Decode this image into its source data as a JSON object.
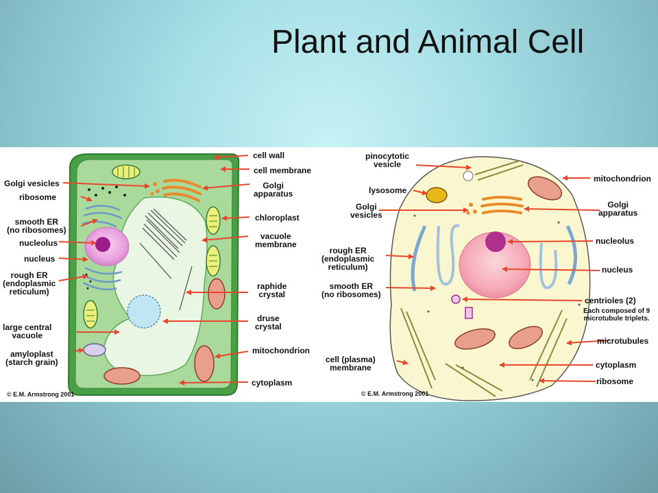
{
  "title": "Plant and Animal Cell",
  "plant": {
    "labels": {
      "cell_wall": "cell wall",
      "cell_membrane": "cell membrane",
      "golgi_vesicles": "Golgi vesicles",
      "golgi_apparatus": "Golgi\napparatus",
      "ribosome": "ribosome",
      "smooth_er": "smooth ER\n(no ribosomes)",
      "chloroplast": "chloroplast",
      "nucleolus": "nucleolus",
      "vacuole_membrane": "vacuole\nmembrane",
      "nucleus": "nucleus",
      "rough_er": "rough ER\n(endoplasmic\nreticulum)",
      "raphide_crystal": "raphide\ncrystal",
      "large_central_vacuole": "large central\nvacuole",
      "druse_crystal": "druse\ncrystal",
      "amyloplast": "amyloplast\n(starch grain)",
      "mitochondrion": "mitochondrion",
      "cytoplasm": "cytoplasm"
    },
    "copyright": "© E.M. Armstrong 2001"
  },
  "animal": {
    "labels": {
      "pinocytotic_vesicle": "pinocytotic\nvesicle",
      "mitochondrion": "mitochondrion",
      "lysosome": "lysosome",
      "golgi_vesicles": "Golgi\nvesicles",
      "golgi_apparatus": "Golgi\napparatus",
      "nucleolus": "nucleolus",
      "rough_er": "rough ER\n(endoplasmic\nreticulum)",
      "nucleus": "nucleus",
      "smooth_er": "smooth ER\n(no ribosomes)",
      "centrioles": "centrioles (2)",
      "centrioles_note": "Each composed of 9\nmicrotubule triplets.",
      "microtubules": "microtubules",
      "cell_membrane": "cell (plasma)\nmembrane",
      "cytoplasm": "cytoplasm",
      "ribosome": "ribosome"
    },
    "copyright": "© E.M. Armstrong 2001"
  },
  "colors": {
    "arrow": "#e8452a",
    "plant_wall": "#4fa74a",
    "plant_cytoplasm": "#a7d89a",
    "vacuole": "#e9f6e4",
    "animal_cytoplasm": "#faf6cf",
    "nucleus_pink": "#f3a9c4",
    "nucleolus_purple": "#b0308e"
  }
}
